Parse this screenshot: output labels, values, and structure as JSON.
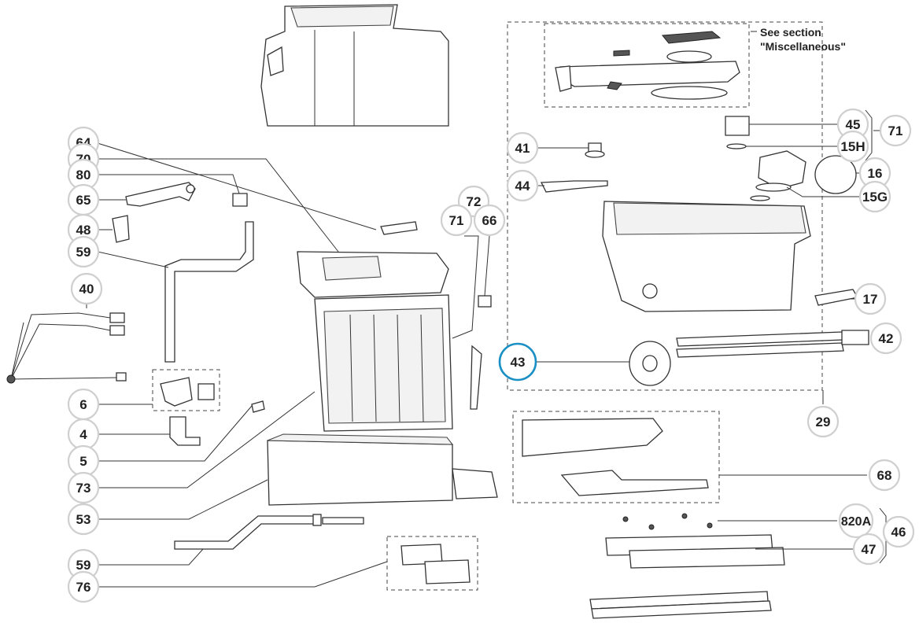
{
  "diagram": {
    "note": {
      "line1": "See section",
      "line2": "\"Miscellaneous\""
    },
    "highlight_color": "#1a8fc4",
    "callouts": {
      "c64": "64",
      "c70": "70",
      "c80": "80",
      "c65": "65",
      "c48": "48",
      "c59a": "59",
      "c40": "40",
      "c6": "6",
      "c4": "4",
      "c5": "5",
      "c73": "73",
      "c53": "53",
      "c59b": "59",
      "c76": "76",
      "c72": "72",
      "c71a": "71",
      "c66": "66",
      "c41": "41",
      "c44": "44",
      "c43": "43",
      "c45": "45",
      "c71b": "71",
      "c15h": "15H",
      "c16": "16",
      "c15g": "15G",
      "c17": "17",
      "c42": "42",
      "c29": "29",
      "c68": "68",
      "c820a": "820A",
      "c46": "46",
      "c47": "47"
    }
  }
}
